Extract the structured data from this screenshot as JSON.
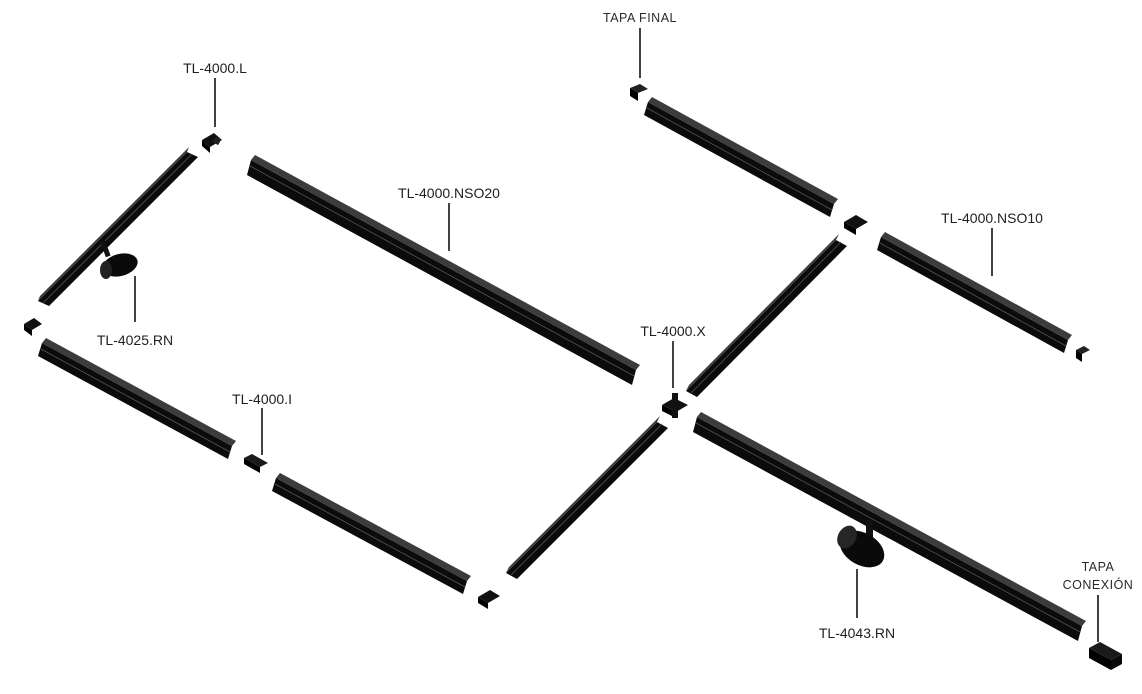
{
  "labels": {
    "tapa_final": "TAPA FINAL",
    "tl_4000_l": "TL-4000.L",
    "tl_4000_nso20": "TL-4000.NSO20",
    "tl_4000_nso10": "TL-4000.NSO10",
    "tl_4025_rn": "TL-4025.RN",
    "tl_4000_x": "TL-4000.X",
    "tl_4000_i": "TL-4000.I",
    "tapa_conexion_line1": "TAPA",
    "tapa_conexion_line2": "CONEXIÓN",
    "tl_4043_rn": "TL-4043.RN"
  },
  "colors": {
    "rail": "#0b0b0b",
    "rail_highlight": "#4a4a4a",
    "background": "#ffffff",
    "text": "#1f1f1f"
  }
}
